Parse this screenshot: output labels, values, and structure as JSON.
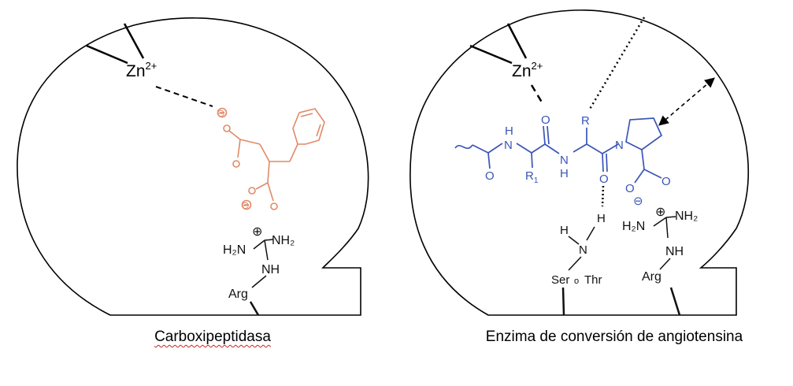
{
  "colors": {
    "pocket_outline": "#000000",
    "inhibitor_orange": "#e08a68",
    "substrate_blue": "#3a55b8",
    "residue_black": "#111111"
  },
  "left_panel": {
    "metal": "Zn",
    "metal_charge": "2+",
    "charge_symbol": "⊖",
    "arg_plus": "⊕",
    "arg_nh2_top": "NH₂",
    "arg_h2n": "H₂N",
    "arg_nh": "NH",
    "arg_label": "Arg",
    "caption": "Carboxipeptidasa"
  },
  "right_panel": {
    "metal": "Zn",
    "metal_charge": "2+",
    "charge_symbol": "⊖",
    "substrate": {
      "nh1_n": "N",
      "nh1_h": "H",
      "nh2_n": "N",
      "nh2_h": "H",
      "o1": "O",
      "o2": "O",
      "o3": "O",
      "o4": "O",
      "o5": "O",
      "r_label": "R",
      "r1_label": "R",
      "r1_sub": "1",
      "ring_n": "N"
    },
    "hbond_h": "H",
    "ser_n": "N",
    "ser_h": "H",
    "ser_label": "Ser",
    "ser_or": "o",
    "thr_label": "Thr",
    "arg_plus": "⊕",
    "arg_nh2_top": "NH₂",
    "arg_h2n": "H₂N",
    "arg_nh": "NH",
    "arg_label": "Arg",
    "caption": "Enzima de conversión de angiotensina"
  }
}
